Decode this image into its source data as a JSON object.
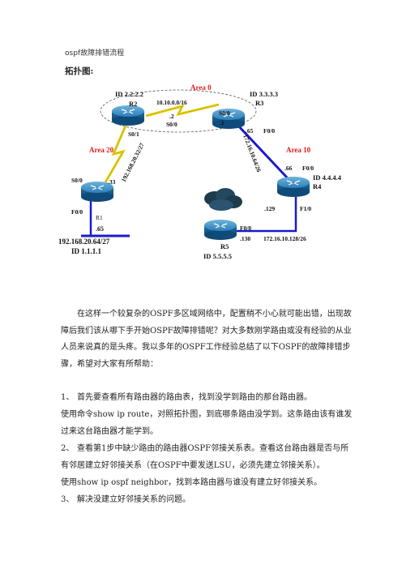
{
  "document": {
    "title": "ospf故障排错流程",
    "heading": "拓扑图:"
  },
  "topology": {
    "area_0": "Area 0",
    "area_20": "Area 20",
    "area_10": "Area 10",
    "r2_id": "ID 2.2.2.2",
    "r2_name": "R2",
    "r3_id": "ID 3.3.3.3",
    "r3_name": "R3",
    "link_r2_r3_net": "10.10.0.0/16",
    "r2_s00": "S0/0",
    "r2_s00_ip": ".2",
    "r2_s01": "S0/1",
    "r3_s00": "S0/0",
    "r3_s00_ip": ".1",
    "r3_f00_ip": ".65",
    "r3_f00": "F0/0",
    "link_r2_r1_net": "192.168.20.32/27",
    "link_r3_r4_net": "172.16.10.64/26",
    "r1_s00": "S0/0",
    "r1_s00_ip": ".33",
    "r1_f00": "F0/0",
    "r1_name": "R1",
    "r1_f00_ip": ".65",
    "r1_lan": "192.168.20.64/27",
    "r1_id": "ID 1.1.1.1",
    "r4_f00_ip": ".66",
    "r4_f00": "F0/0",
    "r4_id": "ID 4.4.4.4",
    "r4_name": "R4",
    "r4_f10_ip": ".129",
    "r4_f10": "F1/0",
    "r5_f00": "F0/0",
    "r5_f00_ip": ".130",
    "link_r5_r4_net": "172.16.10.128/26",
    "r5_name": "R5",
    "r5_id": "ID 5.5.5.5"
  },
  "body": {
    "para_intro": "在这样一个较复杂的OSPF多区域网络中，配置稍不小心就可能出错，出现故障后我们该从哪下手开始OSPF故障排错呢？对大多数刚学路由或没有经验的从业人员来说真的是头疼。我以多年的OSPF工作经验总结了以下OSPF的故障排错步骤，希望对大家有所帮助：",
    "step1_num": "1、",
    "step1_text": "首先要查看所有路由器的路由表，找到没学到路由的那台路由器。",
    "step1_detail": "使用命令show ip route，对照拓扑图，到底哪条路由没学到。这条路由该有谁发过来这台路由器才能学到。",
    "step2_num": "2、",
    "step2_text": "查看第1步中缺少路由的路由器OSPF邻接关系表。查看这台路由器是否与所有邻居建立好邻接关系（在OSPF中要发送LSU，必须先建立邻接关系）。",
    "step2_detail": "使用show ip ospf neighbor，找到本路由器与谁没有建立好邻接关系。",
    "step3_num": "3、",
    "step3_text": "解决没建立好邻接关系的问题。"
  },
  "colors": {
    "serial_link": "#f0e020",
    "ethernet_link": "#1a1acc",
    "area_label": "#e0201c",
    "router": "#1a6fa8"
  }
}
